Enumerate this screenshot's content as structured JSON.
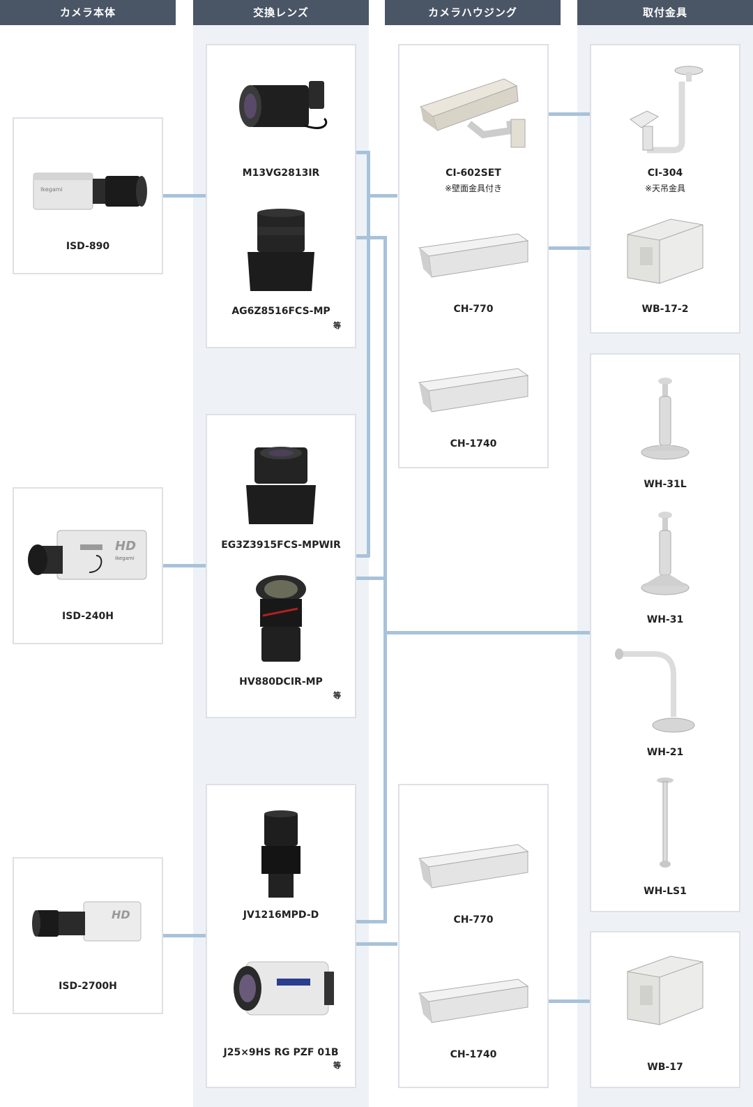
{
  "headers": {
    "camera_body": "カメラ本体",
    "lens": "交換レンズ",
    "housing": "カメラハウジング",
    "mount": "取付金具"
  },
  "cameras": [
    {
      "label": "ISD-890"
    },
    {
      "label": "ISD-240H"
    },
    {
      "label": "ISD-2700H"
    }
  ],
  "lenses": [
    {
      "label": "M13VG2813IR"
    },
    {
      "label": "AG6Z8516FCS-MP"
    },
    {
      "label": "EG3Z3915FCS-MPWIR"
    },
    {
      "label": "HV880DCIR-MP"
    },
    {
      "label": "JV1216MPD-D"
    },
    {
      "label": "J25×9HS RG PZF 01B"
    }
  ],
  "lens_group_note": "等",
  "housings": [
    {
      "label": "CI-602SET",
      "sub": "※壁面金具付き"
    },
    {
      "label": "CH-770"
    },
    {
      "label": "CH-1740"
    },
    {
      "label": "CH-770"
    },
    {
      "label": "CH-1740"
    }
  ],
  "mounts": [
    {
      "label": "CI-304",
      "sub": "※天吊金具"
    },
    {
      "label": "WB-17-2"
    },
    {
      "label": "WH-31L"
    },
    {
      "label": "WH-31"
    },
    {
      "label": "WH-21"
    },
    {
      "label": "WH-LS1"
    },
    {
      "label": "WB-17"
    }
  ],
  "colors": {
    "header_bg": "#4a5566",
    "column_bg": "#eef2f6",
    "connector": "#a8c2da",
    "box_border": "#dde1e6"
  }
}
